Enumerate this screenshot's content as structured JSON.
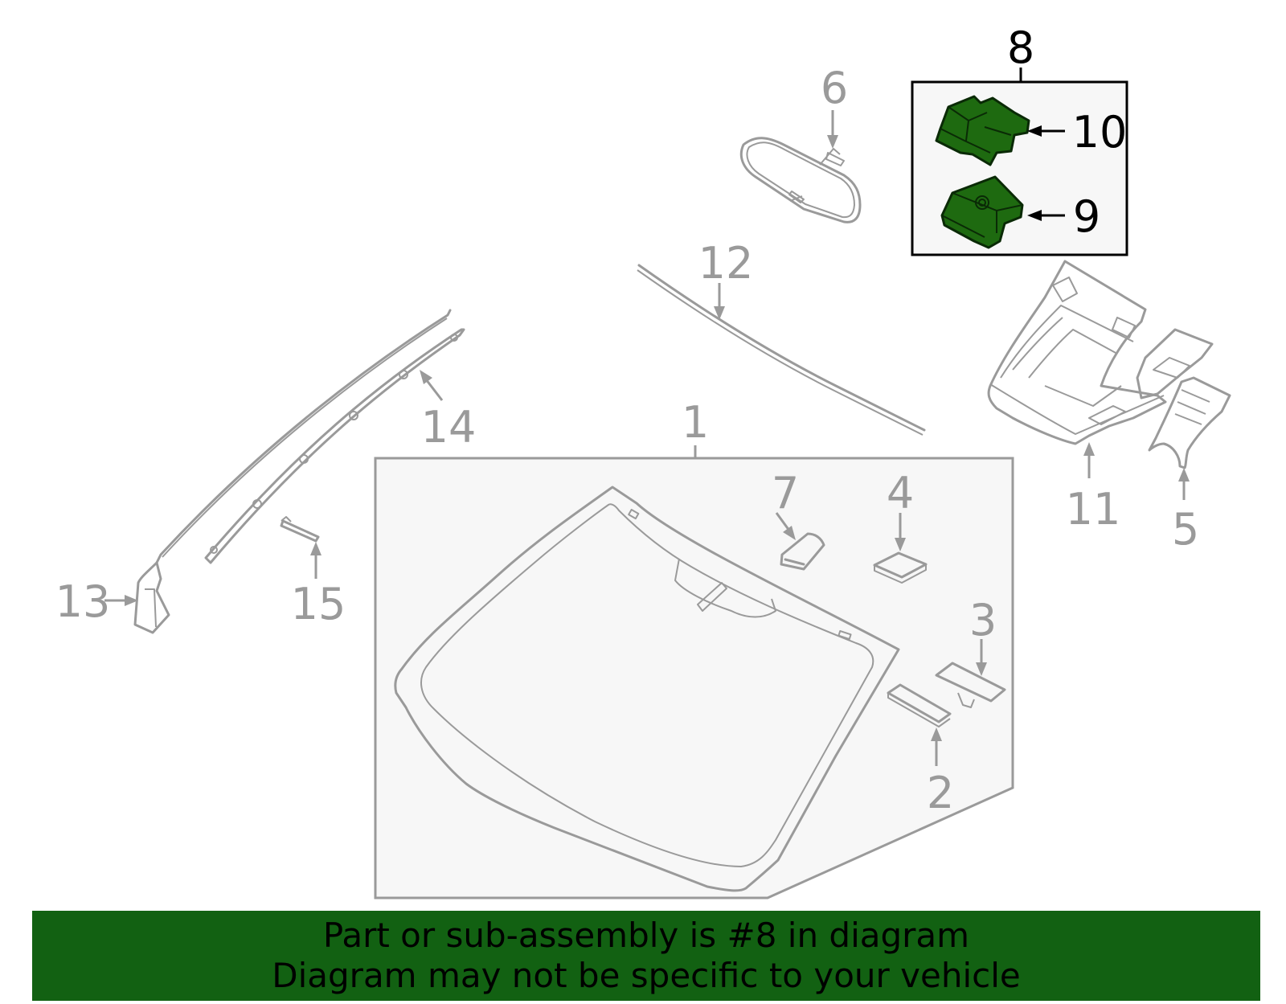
{
  "callouts": {
    "c1": "1",
    "c2": "2",
    "c3": "3",
    "c4": "4",
    "c5": "5",
    "c6": "6",
    "c7": "7",
    "c8": "8",
    "c9": "9",
    "c10": "10",
    "c11": "11",
    "c12": "12",
    "c13": "13",
    "c14": "14",
    "c15": "15"
  },
  "banner": {
    "line1": "Part or sub-assembly is #8 in diagram",
    "line2": "Diagram may not be specific to your vehicle"
  },
  "colors": {
    "highlight_green": "#1e6a10",
    "banner_green": "#126112",
    "part_gray": "#9a9a9a"
  }
}
